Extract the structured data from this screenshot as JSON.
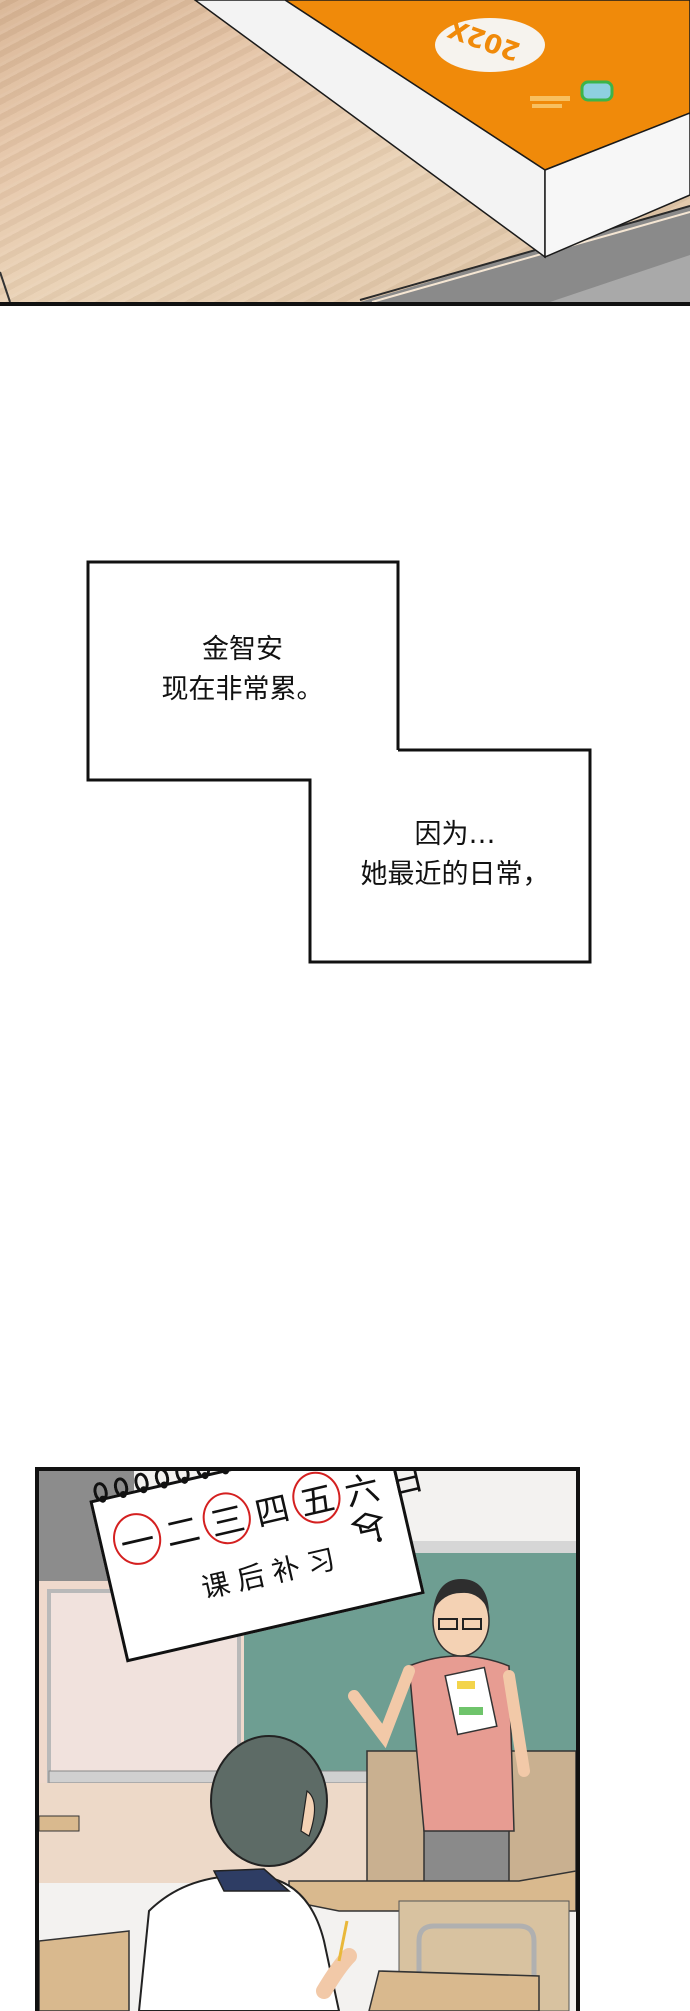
{
  "panels": [
    {
      "id": "panel-desk-book",
      "description": "Close-up of an orange workbook lying on a wooden desk",
      "book": {
        "cover_label": "202X",
        "cover_color": "#f08a0a",
        "page_edge_color": "#f4f4f4"
      },
      "desk_color": "#e3c4a4"
    },
    {
      "id": "panel-captions",
      "captions": [
        {
          "lines": [
            "金智安",
            "现在非常累。"
          ]
        },
        {
          "lines": [
            "因为…",
            "她最近的日常，"
          ]
        }
      ]
    },
    {
      "id": "panel-classroom",
      "description": "Teacher in pink polo holding a book in front of a green chalkboard; student seen from behind holding a pencil",
      "note": {
        "days": [
          "一",
          "二",
          "三",
          "四",
          "五",
          "六",
          "日"
        ],
        "circled_days": [
          "一",
          "三",
          "五"
        ],
        "subtitle": "课后补习",
        "icon": "graduation-cap-icon",
        "circle_color": "#d42020"
      },
      "colors": {
        "chalkboard": "#6e9e92",
        "teacher_shirt": "#e79c92",
        "teacher_pants": "#8a8a8a",
        "student_hair": "#5d6b66",
        "desk_top": "#d9b98e"
      }
    }
  ]
}
